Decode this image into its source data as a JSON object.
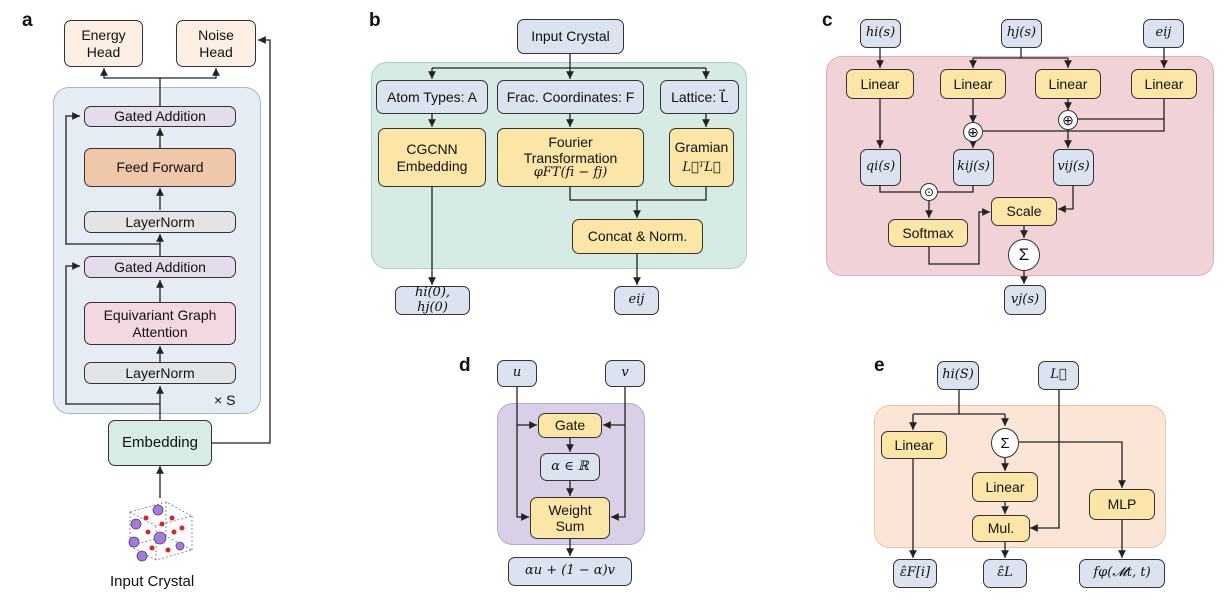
{
  "labels": {
    "a": "a",
    "b": "b",
    "c": "c",
    "d": "d",
    "e": "e"
  },
  "panel_a": {
    "energy_head": "Energy Head",
    "noise_head": "Noise Head",
    "gated_addition": "Gated Addition",
    "feed_forward": "Feed Forward",
    "layernorm": "LayerNorm",
    "equivariant_attention": "Equivariant Graph Attention",
    "repeat": "× S",
    "embedding": "Embedding",
    "input_crystal": "Input Crystal"
  },
  "panel_b": {
    "input_crystal": "Input Crystal",
    "atom_types": "Atom Types: A",
    "frac_coords": "Frac. Coordinates: F",
    "lattice": "Lattice: L⃗",
    "cgcnn": "CGCNN Embedding",
    "fourier": "Fourier Transformation",
    "fourier_formula": "φFT(fi − fj)",
    "gramian": "Gramian",
    "gramian_formula": "L⃗ᵀL⃗",
    "concat": "Concat & Norm.",
    "out_h": "hi(0), hj(0)",
    "out_e": "eij"
  },
  "panel_c": {
    "h_i": "hi(s)",
    "h_j": "hj(s)",
    "e_ij": "eij",
    "linear": "Linear",
    "q": "qi(s)",
    "k": "kij(s)",
    "v": "vij(s)",
    "softmax": "Softmax",
    "scale": "Scale",
    "sum": "Σ",
    "out": "vj(s)",
    "dot": "⊙",
    "plus": "⊕"
  },
  "panel_d": {
    "u": "u",
    "v": "v",
    "gate": "Gate",
    "alpha": "α ∈ ℝ",
    "weight_sum": "Weight Sum",
    "out": "αu + (1 − α)v"
  },
  "panel_e": {
    "h_i": "hi(S)",
    "L": "L⃗",
    "linear": "Linear",
    "sum": "Σ",
    "linear2": "Linear",
    "mul": "Mul.",
    "mlp": "MLP",
    "out_f": "ε̂F[i]",
    "out_l": "ε̂L",
    "out_phi": "fφ(𝓜t, t)"
  }
}
